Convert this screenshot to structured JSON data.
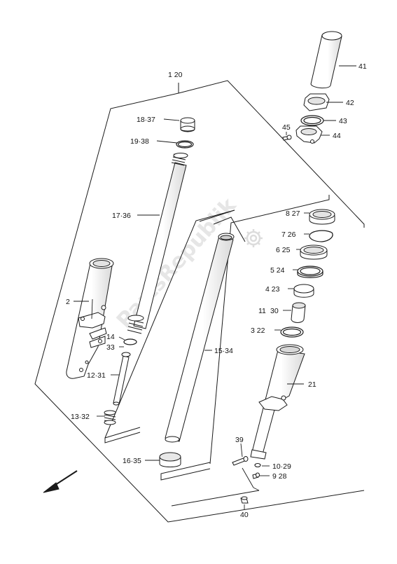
{
  "diagram": {
    "labels": {
      "l_1_20": "1  20",
      "l_18_37": "18·37",
      "l_19_38": "19·38",
      "l_17_36": "17·36",
      "l_2": "2",
      "l_14": "14",
      "l_33": "33",
      "l_12_31": "12·31",
      "l_13_32": "13·32",
      "l_15_34": "15·34",
      "l_16_35": "16·35",
      "l_41": "41",
      "l_42": "42",
      "l_43": "43",
      "l_44": "44",
      "l_45": "45",
      "l_8_27": "8  27",
      "l_7_26": "7  26",
      "l_6_25": "6  25",
      "l_5_24": "5  24",
      "l_4_23": "4  23",
      "l_11_30": "11",
      "l_30": "30",
      "l_3_22": "3  22",
      "l_21": "21",
      "l_39": "39",
      "l_10_29": "10·29",
      "l_9_28": "9  28",
      "l_40": "40"
    },
    "watermark": "PartsRepublik",
    "colors": {
      "line": "#1a1a1a",
      "part_fill": "#ffffff",
      "shade": "#d0d0d0",
      "watermark": "#e6e6e6"
    },
    "icons": {
      "front_arrow": "front-direction-arrow-icon",
      "watermark_gear": "gear-icon"
    }
  }
}
